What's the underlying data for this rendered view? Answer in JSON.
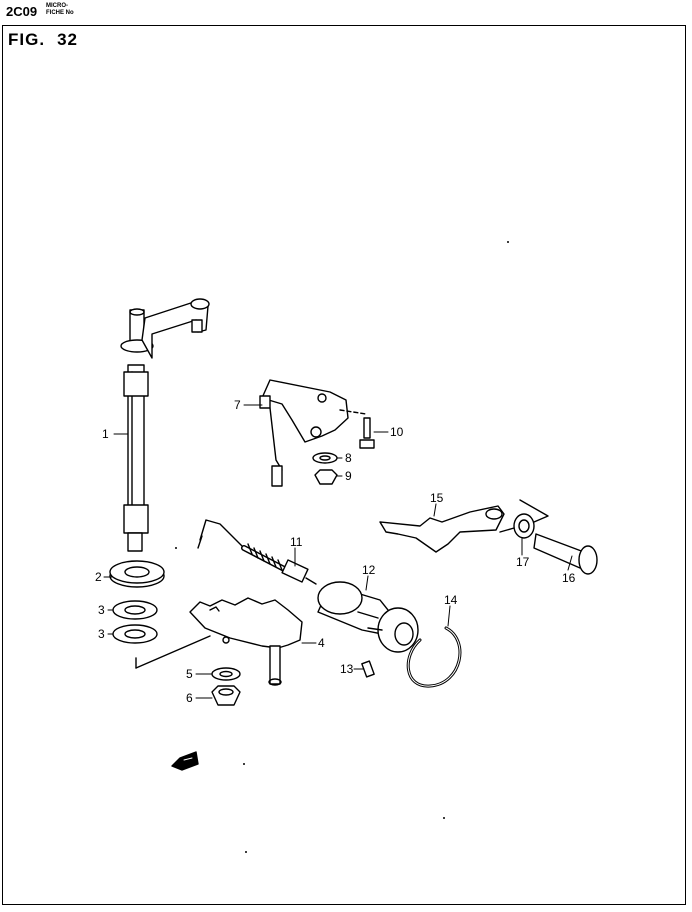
{
  "header": {
    "code": "2C09",
    "microfiche_line1": "MICRO-",
    "microfiche_line2": "FICHE No"
  },
  "figure": {
    "label": "FIG.",
    "number": "32"
  },
  "callouts": [
    {
      "id": "1",
      "text": "1"
    },
    {
      "id": "2",
      "text": "2"
    },
    {
      "id": "3a",
      "text": "3"
    },
    {
      "id": "3b",
      "text": "3"
    },
    {
      "id": "4",
      "text": "4"
    },
    {
      "id": "5",
      "text": "5"
    },
    {
      "id": "6",
      "text": "6"
    },
    {
      "id": "7",
      "text": "7"
    },
    {
      "id": "8",
      "text": "8"
    },
    {
      "id": "9",
      "text": "9"
    },
    {
      "id": "10",
      "text": "10"
    },
    {
      "id": "11",
      "text": "11"
    },
    {
      "id": "12",
      "text": "12"
    },
    {
      "id": "13",
      "text": "13"
    },
    {
      "id": "14",
      "text": "14"
    },
    {
      "id": "15",
      "text": "15"
    },
    {
      "id": "16",
      "text": "16"
    },
    {
      "id": "17",
      "text": "17"
    }
  ],
  "colors": {
    "line": "#000000",
    "paper": "#ffffff"
  }
}
